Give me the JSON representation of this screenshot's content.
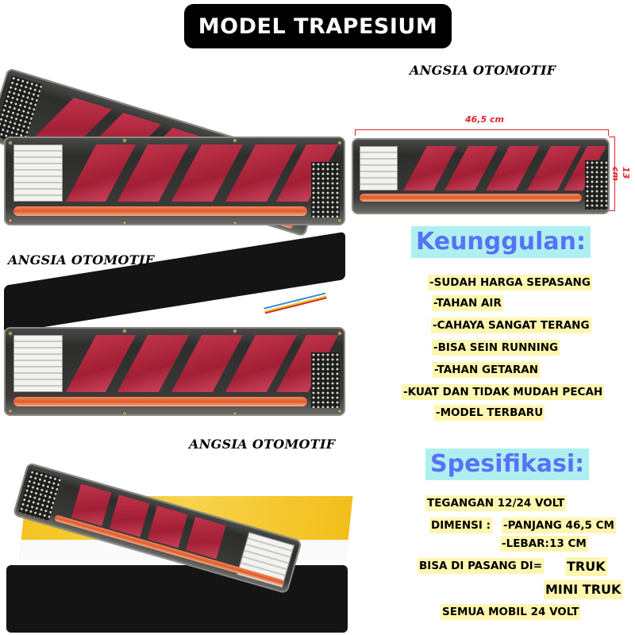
{
  "header": {
    "title": "MODEL TRAPESIUM"
  },
  "watermarks": [
    "ANGSIA OTOMOTIF",
    "ANGSIA OTOMOTIF",
    "ANGSIA OTOMOTIF"
  ],
  "dimensions": {
    "width_label": "46,5 cm",
    "height_label": "13 cm"
  },
  "advantages": {
    "title": "Keunggulan:",
    "items": [
      "-SUDAH HARGA SEPASANG",
      "-TAHAN AIR",
      "-CAHAYA SANGAT TERANG",
      "-BISA SEIN RUNNING",
      "-TAHAN GETARAN",
      "-KUAT DAN TIDAK MUDAH PECAH",
      "-MODEL TERBARU"
    ]
  },
  "specs": {
    "title": "Spesifikasi:",
    "voltage": "TEGANGAN 12/24 VOLT",
    "dimension_label": "DIMENSI :",
    "length": "-PANJANG 46,5 CM",
    "width": "-LEBAR:13 CM",
    "install_label": "BISA DI PASANG DI=",
    "install_targets": [
      "TRUK",
      "MINI TRUK"
    ],
    "all_cars": "SEMUA MOBIL 24 VOLT"
  },
  "colors": {
    "title_bg": "#000000",
    "section_head_bg": "#aef0f0",
    "section_head_text": "#5872f5",
    "highlight_bg": "#fff6b0",
    "dimension_red": "#e2232a"
  }
}
